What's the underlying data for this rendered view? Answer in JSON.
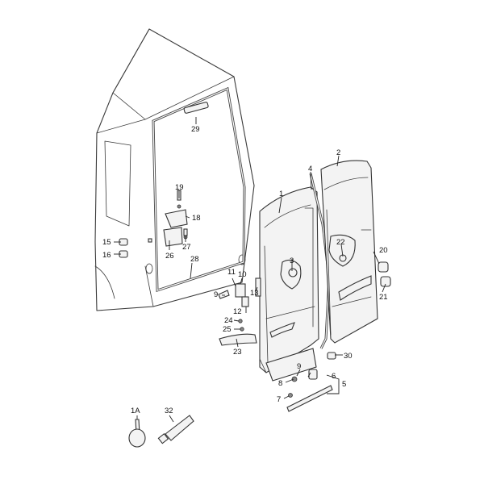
{
  "callouts": {
    "c1": "1",
    "c1A": "1A",
    "c2": "2",
    "c3": "3",
    "c4": "4",
    "c5": "5",
    "c6": "6",
    "c7": "7",
    "c8": "8",
    "c9": "9",
    "c10": "10",
    "c11": "11",
    "c12": "12",
    "c13": "13",
    "c15": "15",
    "c16": "16",
    "c18": "18",
    "c19": "19",
    "c20": "20",
    "c21": "21",
    "c22": "22",
    "c23": "23",
    "c24": "24",
    "c25": "25",
    "c26": "26",
    "c27": "27",
    "c28": "28",
    "c29": "29",
    "c30": "30",
    "c32": "32"
  },
  "colors": {
    "line": "#3a3a3a",
    "background": "#ffffff"
  }
}
